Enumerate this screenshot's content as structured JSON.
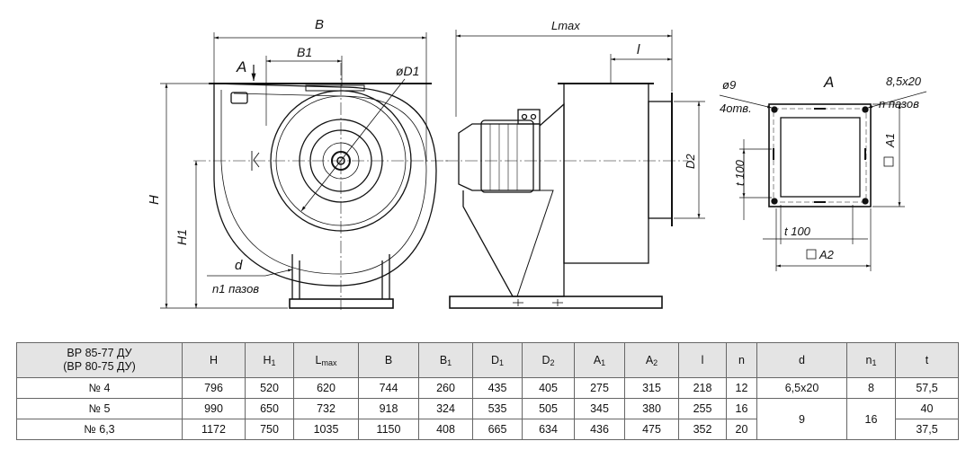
{
  "drawing": {
    "front": {
      "B": "B",
      "B1": "B1",
      "A": "A",
      "D1": "øD1",
      "H": "H",
      "H1": "H1",
      "d": "d",
      "n1": "n1 пазов"
    },
    "side": {
      "Lmax": "Lmax",
      "l": "l",
      "D2": "D2"
    },
    "flange": {
      "view": "A",
      "hole": "ø9",
      "holes": "4отв.",
      "slot": "8,5x20",
      "slots": "n пазов",
      "A1": "A1",
      "A2": "A2",
      "t_vert": "t 100",
      "t_horiz": "t 100"
    }
  },
  "table": {
    "model_header_line1": "ВР 85-77 ДУ",
    "model_header_line2": "(ВР 80-75 ДУ)",
    "columns": [
      {
        "base": "H",
        "sub": ""
      },
      {
        "base": "H",
        "sub": "1"
      },
      {
        "base": "L",
        "sub": "max"
      },
      {
        "base": "B",
        "sub": ""
      },
      {
        "base": "B",
        "sub": "1"
      },
      {
        "base": "D",
        "sub": "1"
      },
      {
        "base": "D",
        "sub": "2"
      },
      {
        "base": "A",
        "sub": "1"
      },
      {
        "base": "A",
        "sub": "2"
      },
      {
        "base": "l",
        "sub": ""
      },
      {
        "base": "n",
        "sub": ""
      },
      {
        "base": "d",
        "sub": ""
      },
      {
        "base": "n",
        "sub": "1"
      },
      {
        "base": "t",
        "sub": ""
      }
    ],
    "rows": [
      {
        "model": "№ 4",
        "H": "796",
        "H1": "520",
        "Lmax": "620",
        "B": "744",
        "B1": "260",
        "D1": "435",
        "D2": "405",
        "A1": "275",
        "A2": "315",
        "l": "218",
        "n": "12",
        "d": "6,5x20",
        "n1": "8",
        "t": "57,5"
      },
      {
        "model": "№ 5",
        "H": "990",
        "H1": "650",
        "Lmax": "732",
        "B": "918",
        "B1": "324",
        "D1": "535",
        "D2": "505",
        "A1": "345",
        "A2": "380",
        "l": "255",
        "n": "16",
        "d": "9",
        "n1": "16",
        "t": "40"
      },
      {
        "model": "№ 6,3",
        "H": "1172",
        "H1": "750",
        "Lmax": "1035",
        "B": "1150",
        "B1": "408",
        "D1": "665",
        "D2": "634",
        "A1": "436",
        "A2": "475",
        "l": "352",
        "n": "20",
        "t": "37,5"
      }
    ]
  }
}
